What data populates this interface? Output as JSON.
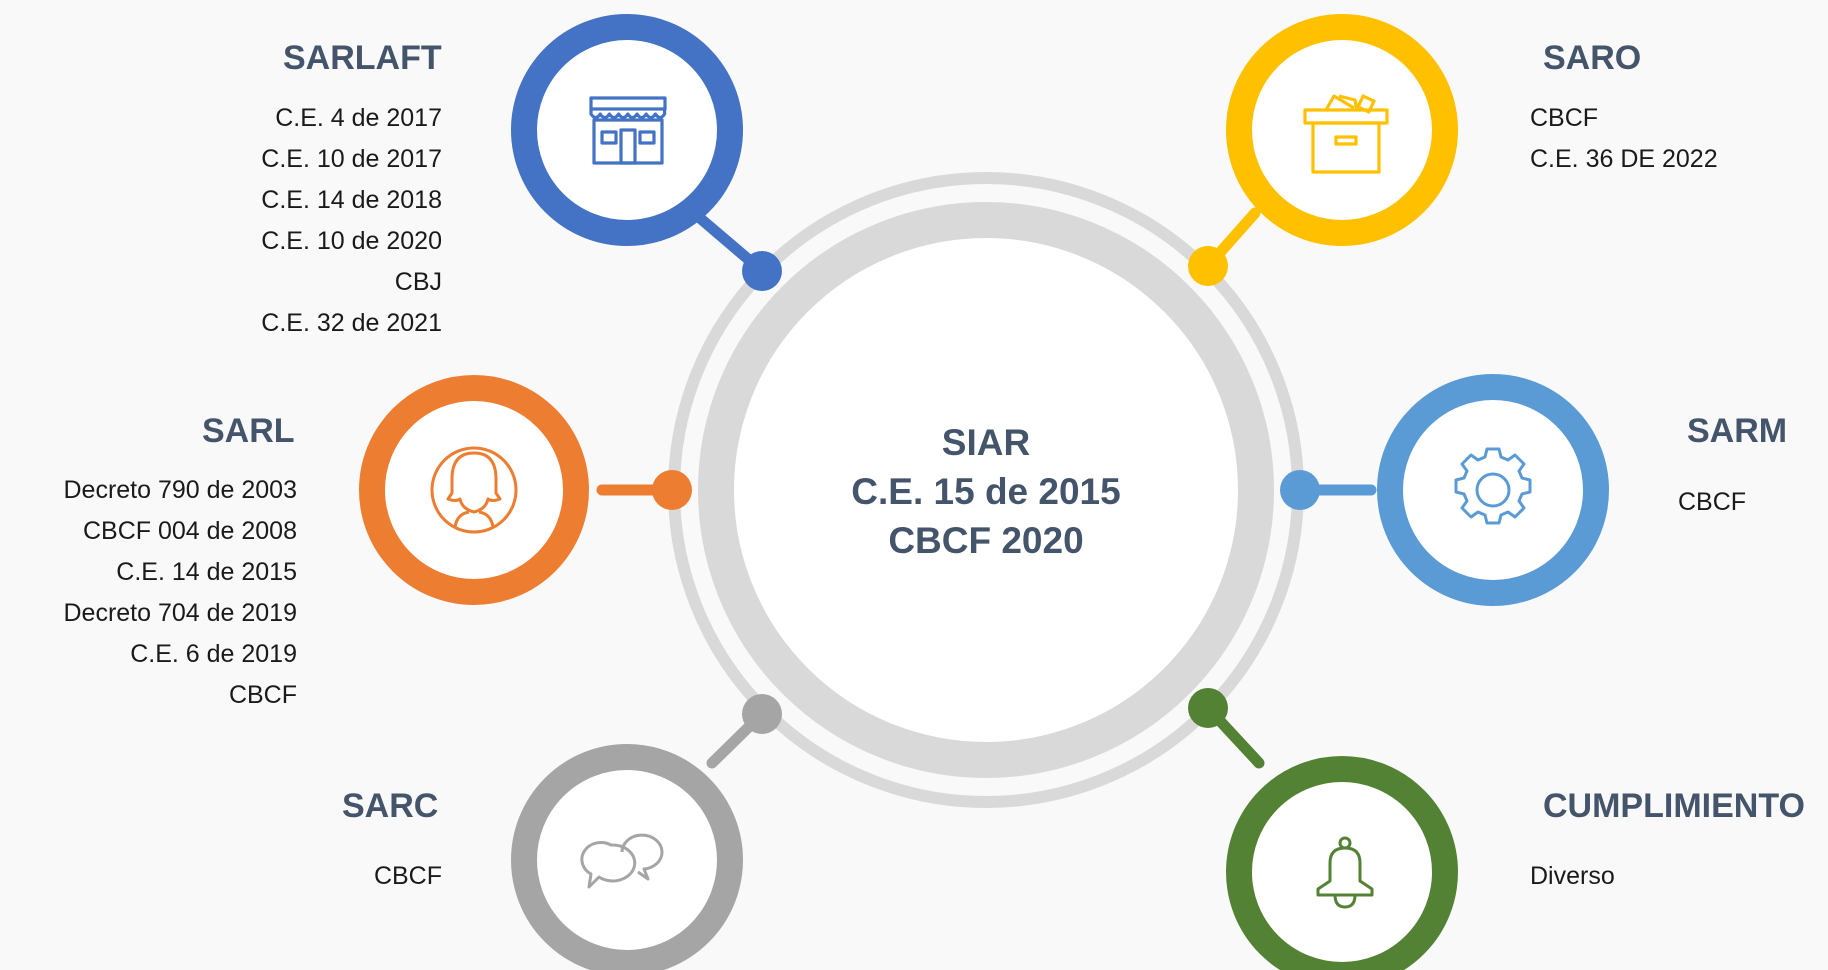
{
  "center": {
    "lines": [
      "SIAR",
      "C.E. 15 de 2015",
      "CBCF 2020"
    ],
    "text_color": "#44546a",
    "ring_color": "#d9d9d9"
  },
  "nodes": {
    "sarlaft": {
      "title": "SARLAFT",
      "color": "#4472c4",
      "icon": "store-icon",
      "items": [
        "C.E. 4 de 2017",
        "C.E. 10 de 2017",
        "C.E. 14 de 2018",
        "C.E. 10 de 2020",
        "CBJ",
        "C.E. 32 de 2021"
      ]
    },
    "saro": {
      "title": "SARO",
      "color": "#ffc000",
      "icon": "box-icon",
      "items": [
        "CBCF",
        "C.E. 36 DE 2022"
      ]
    },
    "sarl": {
      "title": "SARL",
      "color": "#ed7d31",
      "icon": "person-icon",
      "items": [
        "Decreto 790 de 2003",
        "CBCF 004 de 2008",
        "C.E. 14 de 2015",
        "Decreto 704 de 2019",
        "C.E. 6  de 2019",
        "CBCF"
      ]
    },
    "sarm": {
      "title": "SARM",
      "color": "#5b9bd5",
      "icon": "gear-icon",
      "items": [
        "CBCF"
      ]
    },
    "sarc": {
      "title": "SARC",
      "color": "#a5a5a5",
      "icon": "chat-icon",
      "items": [
        "CBCF"
      ]
    },
    "cumplimiento": {
      "title": "CUMPLIMIENTO",
      "color": "#548235",
      "icon": "bell-icon",
      "items": [
        "Diverso"
      ]
    }
  }
}
